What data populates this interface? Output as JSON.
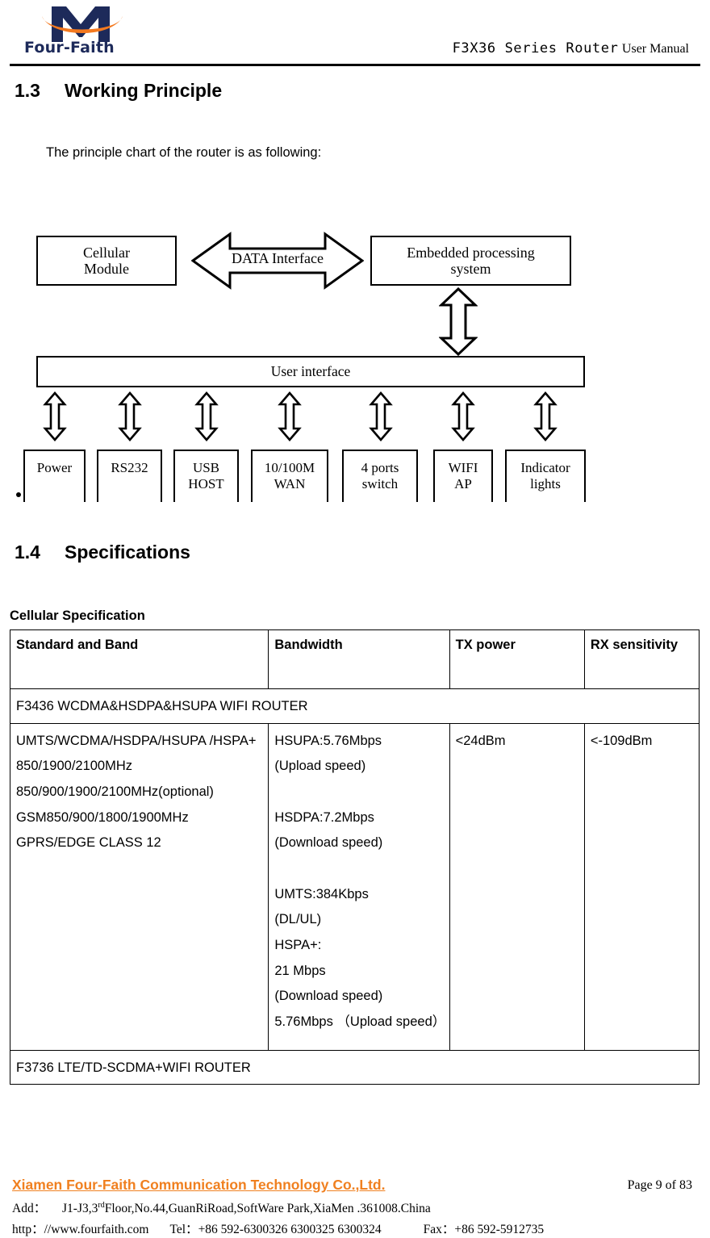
{
  "header": {
    "logo_wordmark": "Four-Faith",
    "title_mono": "F3X36 Series Router",
    "title_serif": "User Manual"
  },
  "sections": {
    "working_principle": {
      "number": "1.3",
      "title": "Working Principle",
      "intro": "The principle chart of the router is as following:"
    },
    "specifications": {
      "number": "1.4",
      "title": "Specifications",
      "subtitle": "Cellular Specification"
    }
  },
  "diagram": {
    "cellular_module": "Cellular\nModule",
    "data_interface": "DATA Interface",
    "embedded_system": "Embedded processing\nsystem",
    "user_interface": "User interface",
    "bottom_blocks": [
      {
        "label": "Power"
      },
      {
        "label": "RS232"
      },
      {
        "label": "USB\nHOST"
      },
      {
        "label": "10/100M\nWAN"
      },
      {
        "label": "4 ports\nswitch"
      },
      {
        "label": "WIFI\nAP"
      },
      {
        "label": "Indicator\nlights"
      }
    ]
  },
  "spec_table": {
    "headers": [
      "Standard and Band",
      "Bandwidth",
      "TX power",
      "RX sensitivity"
    ],
    "section_1": "F3436 WCDMA&HSDPA&HSUPA WIFI ROUTER",
    "row_1": {
      "standard_and_band": "UMTS/WCDMA/HSDPA/HSUPA /HSPA+ 850/1900/2100MHz 850/900/1900/2100MHz(optional)\nGSM850/900/1800/1900MHz\nGPRS/EDGE CLASS 12",
      "bandwidth": "HSUPA:5.76Mbps\n(Upload speed)\n\nHSDPA:7.2Mbps\n(Download speed)\n\nUMTS:384Kbps\n(DL/UL)\nHSPA+:\n21 Mbps\n(Download speed)\n5.76Mbps （Upload speed）",
      "tx_power": "<24dBm",
      "rx_sensitivity": "<-109dBm"
    },
    "section_2": "F3736 LTE/TD-SCDMA+WIFI ROUTER"
  },
  "footer": {
    "company": "Xiamen Four-Faith Communication Technology Co.,Ltd.",
    "page_number": "Page 9 of 83",
    "address_label": "Add：",
    "address_pre": "J1-J3,3",
    "address_sup": "rd",
    "address_post": "Floor,No.44,GuanRiRoad,SoftWare Park,XiaMen .361008.China",
    "http_label": "http：",
    "http_value": "//www.fourfaith.com",
    "tel_label": "Tel：",
    "tel_value": "+86 592-6300326   6300325   6300324",
    "fax_label": "Fax：",
    "fax_value": "+86 592-5912735"
  },
  "colors": {
    "brand_orange": "#f08020",
    "brand_navy": "#1d2a5a",
    "text": "#000000"
  }
}
